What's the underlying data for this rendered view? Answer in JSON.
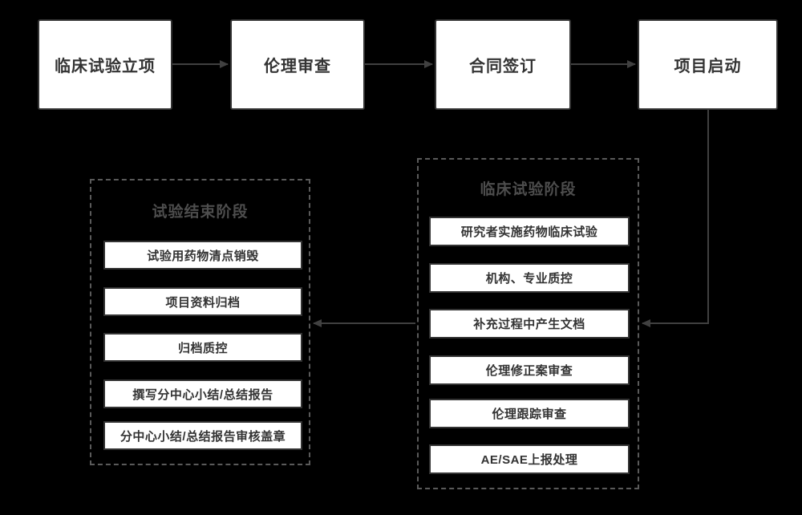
{
  "diagram": {
    "type": "flowchart",
    "colors": {
      "background": "#000000",
      "box_fill": "#ffffff",
      "box_stroke": "#333333",
      "text": "#333333",
      "connector": "#404040",
      "dashed_container_stroke": "#5a5a5a"
    },
    "flow": [
      {
        "label": "临床试验立项"
      },
      {
        "label": "伦理审查"
      },
      {
        "label": "合同签订"
      },
      {
        "label": "项目启动"
      }
    ],
    "trial_phase": {
      "title": "临床试验阶段",
      "steps": [
        "研究者实施药物临床试验",
        "机构、专业质控",
        "补充过程中产生文档",
        "伦理修正案审查",
        "伦理跟踪审查",
        "AE/SAE上报处理"
      ]
    },
    "end_phase": {
      "title": "试验结束阶段",
      "steps": [
        "试验用药物清点销毁",
        "项目资料归档",
        "归档质控",
        "撰写分中心小结/总结报告",
        "分中心小结/总结报告审核盖章"
      ]
    }
  }
}
